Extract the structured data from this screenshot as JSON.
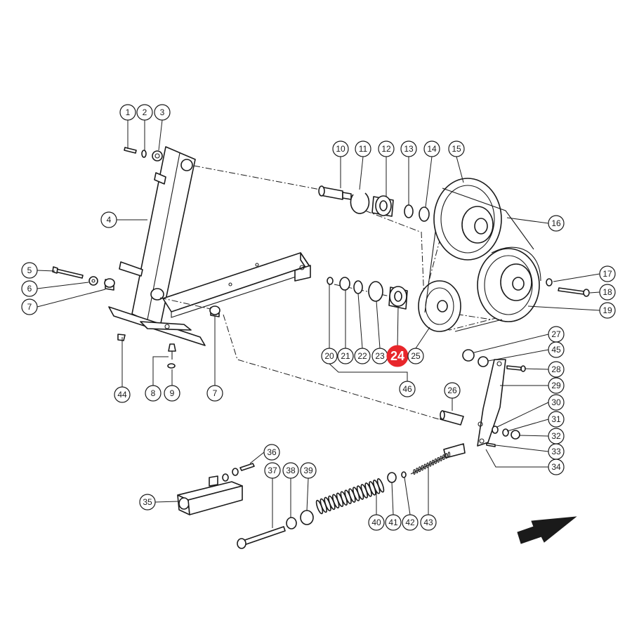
{
  "diagram": {
    "highlight_color": "#e8262b",
    "highlighted_part": "24",
    "parts": [
      "1",
      "2",
      "3",
      "4",
      "5",
      "6",
      "7",
      "7",
      "8",
      "9",
      "10",
      "11",
      "12",
      "13",
      "14",
      "15",
      "16",
      "17",
      "18",
      "19",
      "20",
      "21",
      "22",
      "23",
      "24",
      "25",
      "26",
      "27",
      "28",
      "29",
      "30",
      "31",
      "32",
      "33",
      "34",
      "35",
      "36",
      "37",
      "38",
      "39",
      "40",
      "41",
      "42",
      "43",
      "44",
      "45",
      "46"
    ],
    "direction_icon": "arrow-right-up-icon"
  }
}
